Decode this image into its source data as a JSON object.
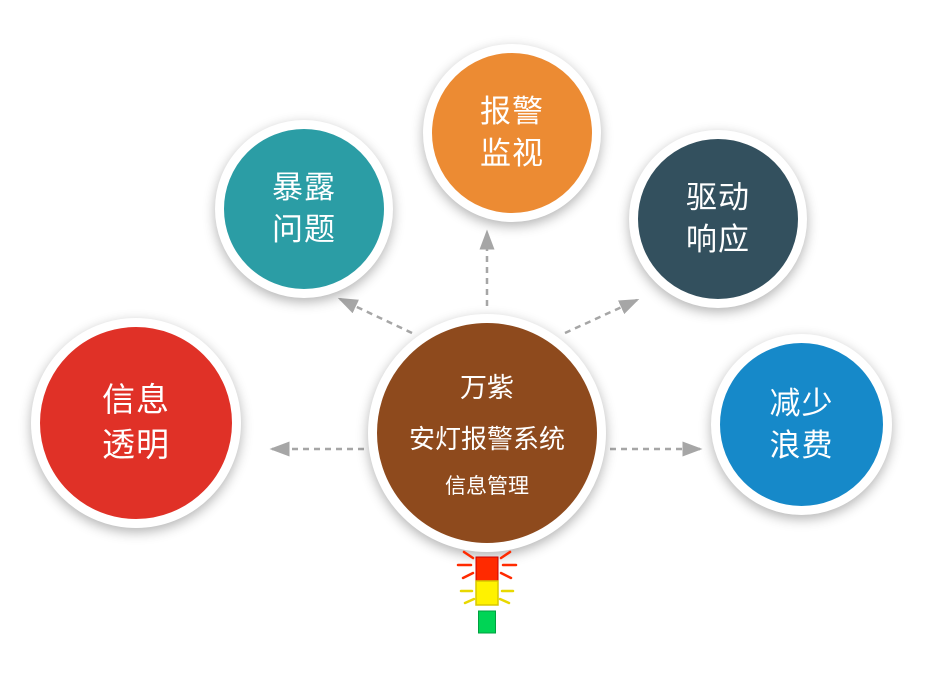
{
  "diagram": {
    "center": {
      "line1": "万紫",
      "line2": "安灯报警系统",
      "line3": "信息管理",
      "color": "#8E4A1D"
    },
    "nodes": [
      {
        "label": "报警\n监视",
        "color": "#EC8B33",
        "position": "top"
      },
      {
        "label": "暴露\n问题",
        "color": "#2B9DA5",
        "position": "upper-left"
      },
      {
        "label": "驱动\n响应",
        "color": "#33505E",
        "position": "upper-right"
      },
      {
        "label": "信息\n透明",
        "color": "#E03127",
        "position": "left"
      },
      {
        "label": "减少\n浪费",
        "color": "#1689C9",
        "position": "right"
      }
    ],
    "arrow_color": "#A6A6A6",
    "andon_light": {
      "lamp_colors": [
        "#FF2A00",
        "#FFF200",
        "#00D455"
      ],
      "description": "andon-stack-light"
    }
  }
}
